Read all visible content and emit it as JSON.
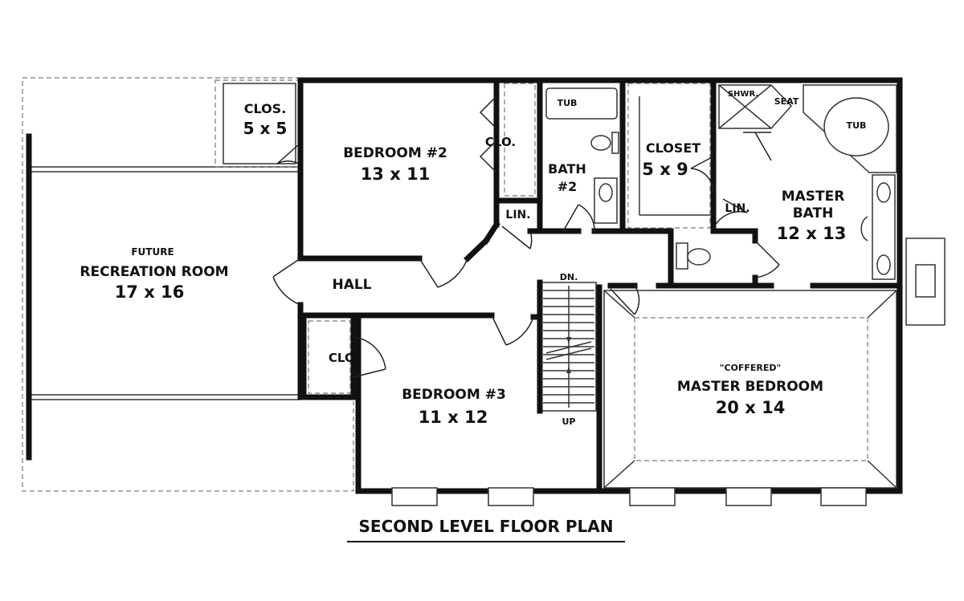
{
  "title": "SECOND LEVEL FLOOR PLAN",
  "rooms": {
    "recreation": {
      "note": "FUTURE",
      "name": "RECREATION ROOM",
      "size": "17 x 16"
    },
    "closet_rec": {
      "name": "CLOS.",
      "size": "5 x 5"
    },
    "bedroom2": {
      "name": "BEDROOM #2",
      "size": "13 x 11"
    },
    "bedroom2_closet": {
      "name": "CLO."
    },
    "lin1": {
      "name": "LIN."
    },
    "bath2": {
      "name": "BATH",
      "number": "#2",
      "tub": "TUB"
    },
    "closet_master": {
      "name": "CLOSET",
      "size": "5 x 9"
    },
    "lin2": {
      "name": "LIN."
    },
    "master_bath": {
      "name": "MASTER",
      "name2": "BATH",
      "size": "12 x 13",
      "shower": "SHWR.",
      "seat": "SEAT",
      "tub": "TUB"
    },
    "hall": {
      "name": "HALL"
    },
    "bedroom3_closet": {
      "name": "CLO."
    },
    "bedroom3": {
      "name": "BEDROOM #3",
      "size": "11 x 12"
    },
    "stairs": {
      "dn": "DN.",
      "up": "UP"
    },
    "master_bedroom": {
      "note": "\"COFFERED\"",
      "name": "MASTER BEDROOM",
      "size": "20 x 14"
    }
  }
}
